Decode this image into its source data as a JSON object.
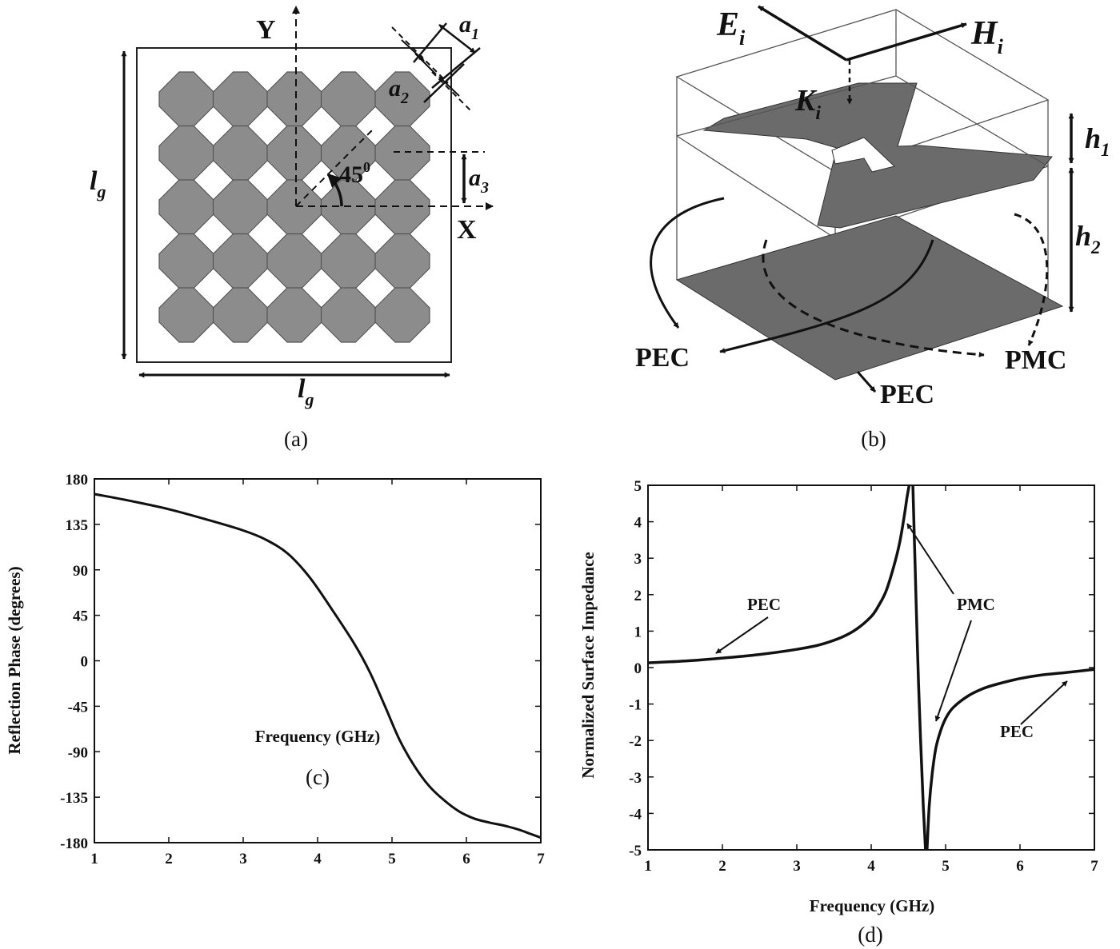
{
  "captions": {
    "a": "(a)",
    "b": "(b)",
    "c": "(c)",
    "d": "(d)"
  },
  "panel_a": {
    "y_axis": "Y",
    "x_axis": "X",
    "angle": "45",
    "angle_sup": "0",
    "lg_left": {
      "base": "l",
      "sub": "g"
    },
    "lg_bottom": {
      "base": "l",
      "sub": "g"
    },
    "a1": {
      "base": "a",
      "sub": "1"
    },
    "a2": {
      "base": "a",
      "sub": "2"
    },
    "a3": {
      "base": "a",
      "sub": "3"
    }
  },
  "panel_b": {
    "Ei": {
      "base": "E",
      "sub": "i"
    },
    "Hi": {
      "base": "H",
      "sub": "i"
    },
    "Ki": {
      "base": "K",
      "sub": "i"
    },
    "h1": {
      "base": "h",
      "sub": "1"
    },
    "h2": {
      "base": "h",
      "sub": "2"
    },
    "pec_left": "PEC",
    "pec_bottom": "PEC",
    "pmc_right": "PMC"
  },
  "chart_data": [
    {
      "type": "line",
      "title": "",
      "xlabel": "Frequency (GHz)",
      "ylabel": "Reflection Phase (degrees)",
      "xlim": [
        1,
        7
      ],
      "ylim": [
        -180,
        180
      ],
      "xticks": [
        "1",
        "2",
        "3",
        "4",
        "5",
        "6",
        "7"
      ],
      "yticks": [
        "180",
        "135",
        "90",
        "45",
        "0",
        "-45",
        "-90",
        "-135",
        "-180"
      ],
      "grid": false,
      "series": [
        {
          "x": [
            1.0,
            1.5,
            2.0,
            2.5,
            3.0,
            3.3,
            3.6,
            3.9,
            4.2,
            4.5,
            4.7,
            4.9,
            5.1,
            5.3,
            5.5,
            5.7,
            5.9,
            6.1,
            6.3,
            6.5,
            6.7,
            6.85,
            7.0
          ],
          "y": [
            165,
            158,
            150,
            140,
            129,
            120,
            106,
            82,
            50,
            16,
            -11,
            -44,
            -78,
            -104,
            -124,
            -138,
            -149,
            -156,
            -160,
            -163,
            -167,
            -171,
            -175
          ]
        }
      ]
    },
    {
      "type": "line",
      "title": "",
      "xlabel": "Frequency (GHz)",
      "ylabel": "Normalized Surface Impedance",
      "xlim": [
        1,
        7
      ],
      "ylim": [
        -5,
        5
      ],
      "xticks": [
        "1",
        "2",
        "3",
        "4",
        "5",
        "6",
        "7"
      ],
      "yticks": [
        "5",
        "4",
        "3",
        "2",
        "1",
        "0",
        "-1",
        "-2",
        "-3",
        "-4",
        "-5"
      ],
      "grid": false,
      "annotations": [
        "PEC",
        "PMC",
        "PEC"
      ],
      "series": [
        {
          "x": [
            1.0,
            1.5,
            2.0,
            2.5,
            3.0,
            3.3,
            3.6,
            3.8,
            4.0,
            4.1,
            4.2,
            4.3,
            4.38,
            4.44,
            4.48,
            4.51
          ],
          "y": [
            0.13,
            0.18,
            0.26,
            0.36,
            0.5,
            0.62,
            0.83,
            1.05,
            1.4,
            1.7,
            2.1,
            2.75,
            3.4,
            4.1,
            4.65,
            5.0
          ]
        },
        {
          "x": [
            4.56,
            4.59,
            4.62,
            4.66,
            4.7,
            4.73
          ],
          "y": [
            5.0,
            2.8,
            0.6,
            -1.8,
            -3.8,
            -5.0
          ]
        },
        {
          "x": [
            4.75,
            4.78,
            4.82,
            4.87,
            4.93,
            5.0,
            5.1,
            5.3,
            5.5,
            5.7,
            6.0,
            6.3,
            6.6,
            7.0
          ],
          "y": [
            -5.0,
            -3.8,
            -2.9,
            -2.2,
            -1.75,
            -1.4,
            -1.1,
            -0.78,
            -0.58,
            -0.45,
            -0.3,
            -0.2,
            -0.14,
            -0.05
          ]
        }
      ]
    }
  ]
}
